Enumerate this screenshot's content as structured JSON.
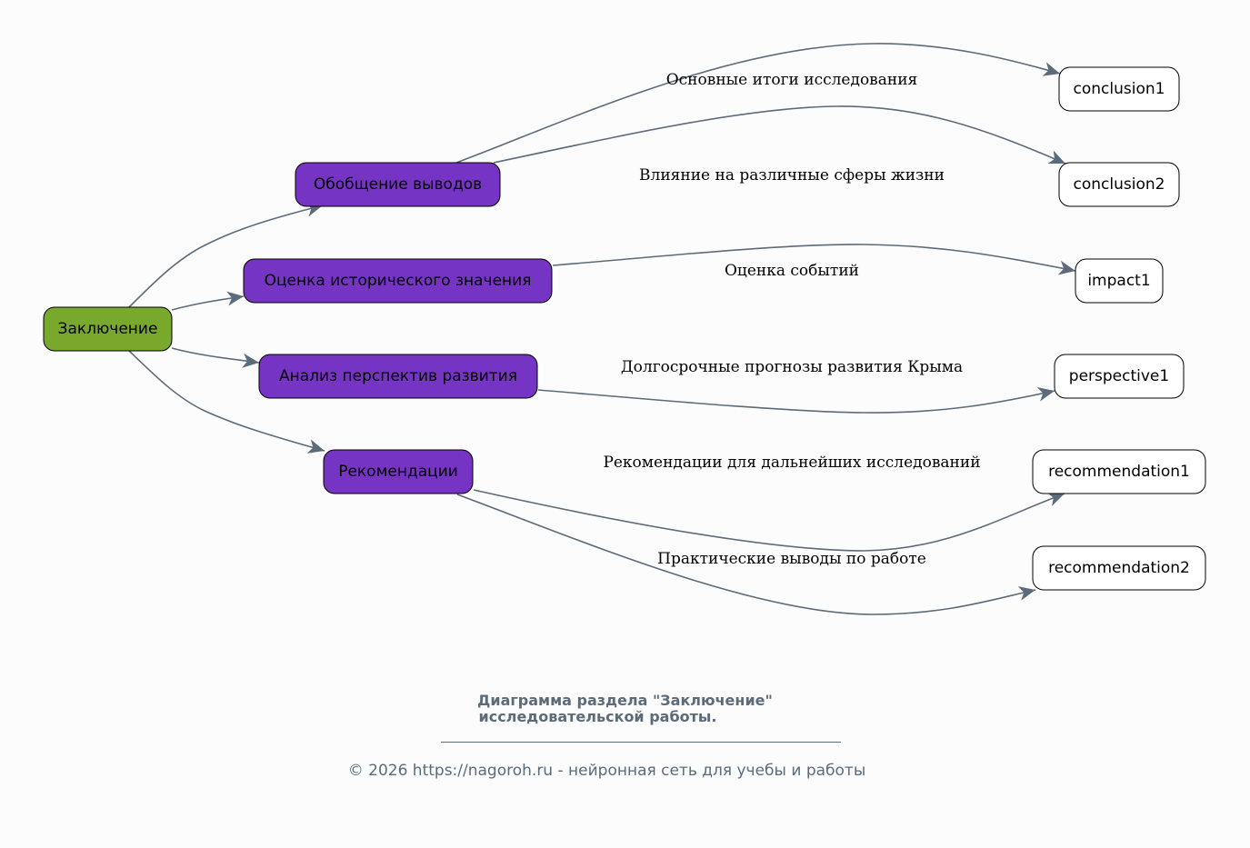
{
  "colors": {
    "root_fill": "#78a82c",
    "section_fill": "#7634c4",
    "leaf_fill": "#ffffff",
    "edge": "#5c6b7a",
    "caption": "#5c6b7a"
  },
  "root": {
    "id": "root",
    "label": "Заключение"
  },
  "sections": [
    {
      "id": "s1",
      "label": "Обобщение выводов"
    },
    {
      "id": "s2",
      "label": "Оценка исторического значения"
    },
    {
      "id": "s3",
      "label": "Анализ перспектив развития"
    },
    {
      "id": "s4",
      "label": "Рекомендации"
    }
  ],
  "leaves": [
    {
      "id": "l1",
      "label": "conclusion1",
      "parent": "s1",
      "edge_label": "Основные итоги исследования"
    },
    {
      "id": "l2",
      "label": "conclusion2",
      "parent": "s1",
      "edge_label": "Влияние на различные сферы жизни"
    },
    {
      "id": "l3",
      "label": "impact1",
      "parent": "s2",
      "edge_label": "Оценка событий"
    },
    {
      "id": "l4",
      "label": "perspective1",
      "parent": "s3",
      "edge_label": "Долгосрочные прогнозы развития Крыма"
    },
    {
      "id": "l5",
      "label": "recommendation1",
      "parent": "s4",
      "edge_label": "Рекомендации для дальнейших исследований"
    },
    {
      "id": "l6",
      "label": "recommendation2",
      "parent": "s4",
      "edge_label": "Практические выводы по работе"
    }
  ],
  "caption": {
    "title_line1": "Диаграмма раздела \"Заключение\"",
    "title_line2": "исследовательской работы.",
    "footer": "© 2026 https://nagoroh.ru - нейронная сеть для учебы и работы"
  }
}
